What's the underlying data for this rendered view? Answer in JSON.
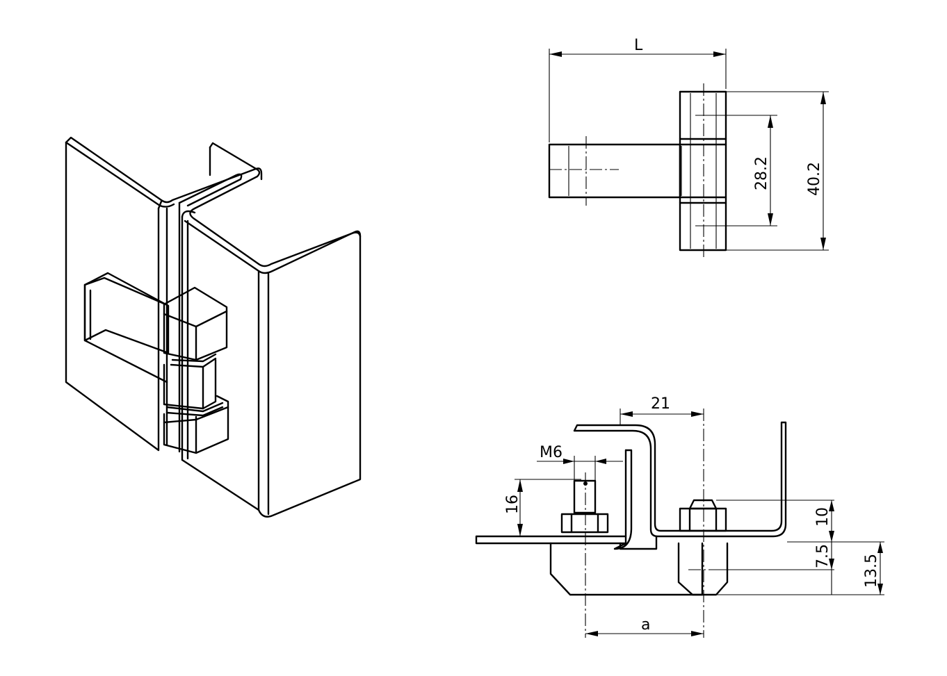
{
  "top_view": {
    "length_label": "L",
    "inner_height_label": "28.2",
    "outer_height_label": "40.2"
  },
  "section_view": {
    "offset_label": "21",
    "thread_label": "M6",
    "stud_height_label": "16",
    "nut_height_label": "10",
    "lower_label": "7.5",
    "total_label": "13.5",
    "spacing_label": "a"
  }
}
